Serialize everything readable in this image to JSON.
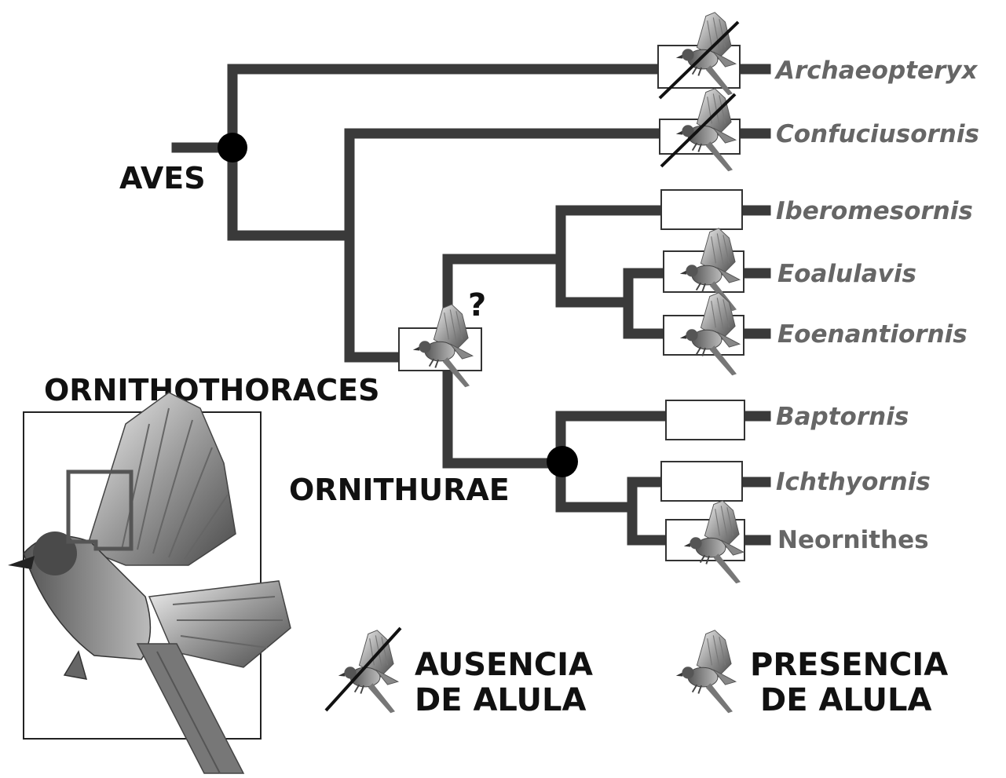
{
  "clades": {
    "aves": "AVES",
    "ornithothoraces": "ORNITHOTHORACES",
    "ornithurae": "ORNITHURAE"
  },
  "uncertain_mark": "?",
  "taxa": [
    {
      "name": "Archaeopteryx",
      "alula": "absent"
    },
    {
      "name": "Confuciusornis",
      "alula": "absent"
    },
    {
      "name": "Iberomesornis",
      "alula": "unknown"
    },
    {
      "name": "Eoalulavis",
      "alula": "present"
    },
    {
      "name": "Eoenantiornis",
      "alula": "present"
    },
    {
      "name": "Baptornis",
      "alula": "unknown"
    },
    {
      "name": "Ichthyornis",
      "alula": "unknown"
    },
    {
      "name": "Neornithes",
      "alula": "present"
    }
  ],
  "legend": {
    "absence_line1": "AUSENCIA",
    "absence_line2": "DE ALULA",
    "presence_line1": "PRESENCIA",
    "presence_line2": "DE ALULA"
  },
  "colors": {
    "branch": "#3a3a3a",
    "taxon_text": "#666666",
    "clade_text": "#111111",
    "node": "#000000"
  },
  "icons": [
    "bird-wing-icon",
    "strike-line-icon",
    "alula-highlight-box"
  ]
}
